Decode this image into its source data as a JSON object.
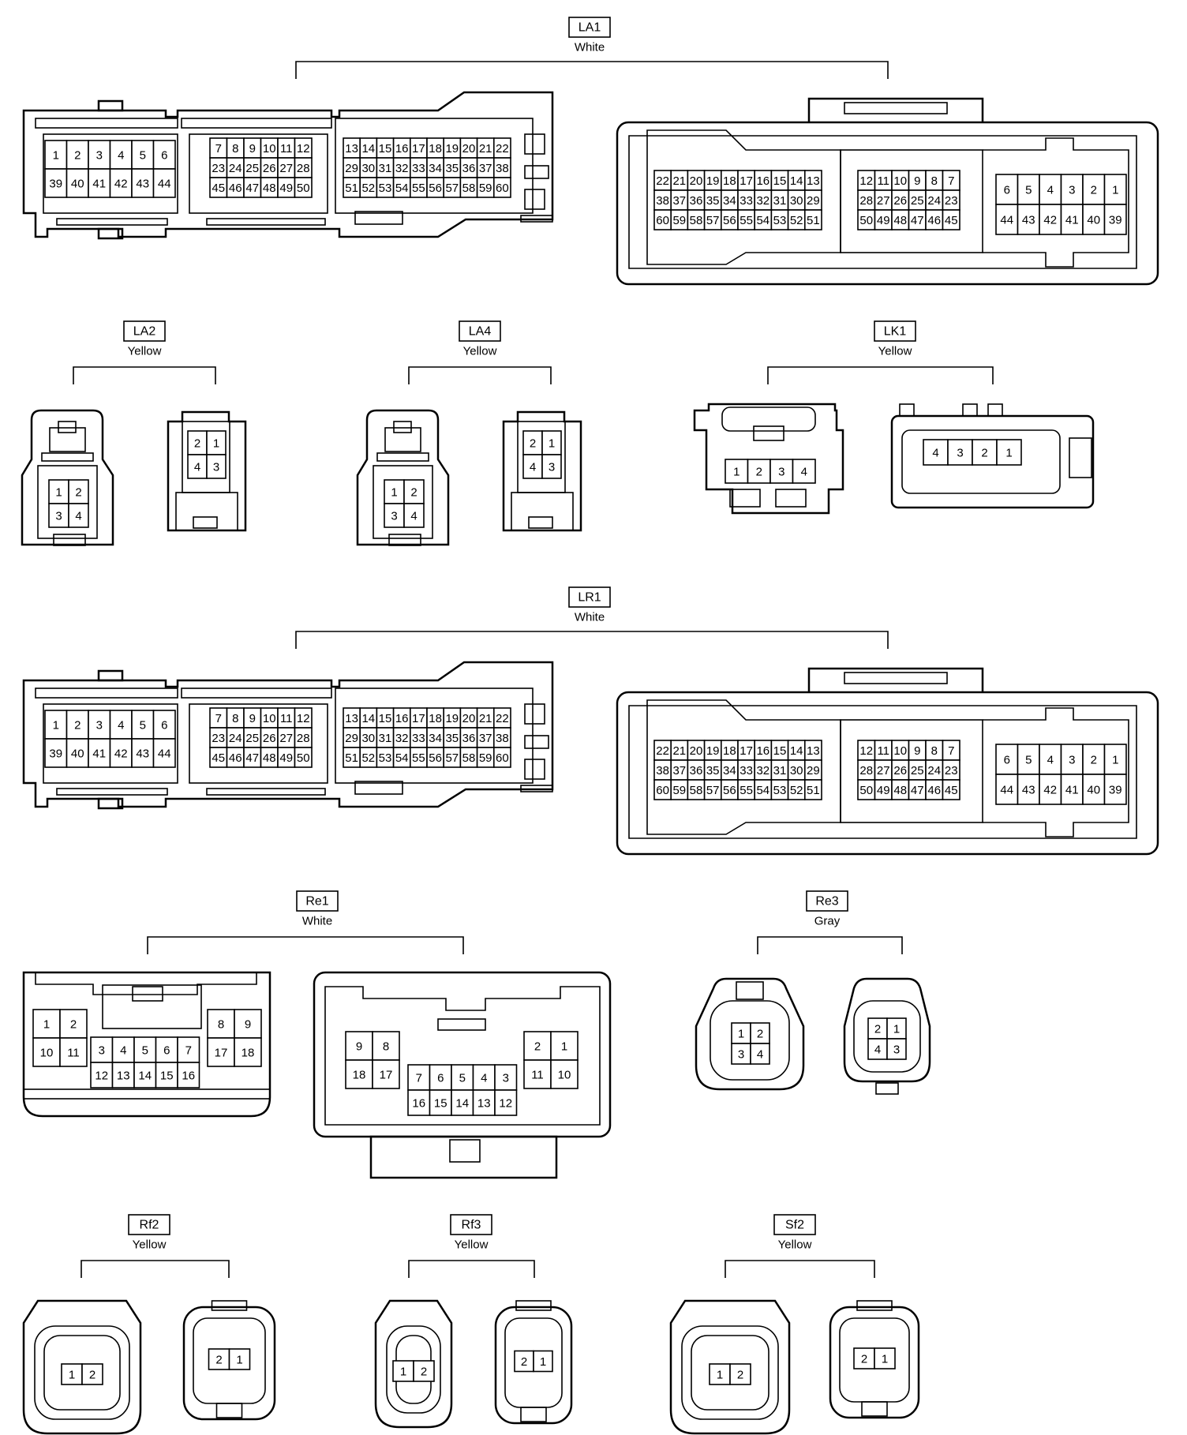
{
  "connectors": {
    "LA1": {
      "code": "LA1",
      "color": "White",
      "left_rows": [
        [
          "1",
          "2",
          "3",
          "4",
          "5",
          "6"
        ],
        [
          "39",
          "40",
          "41",
          "42",
          "43",
          "44"
        ]
      ],
      "left_mid": [
        [
          "7",
          "8",
          "9",
          "10",
          "11",
          "12"
        ],
        [
          "23",
          "24",
          "25",
          "26",
          "27",
          "28"
        ],
        [
          "45",
          "46",
          "47",
          "48",
          "49",
          "50"
        ]
      ],
      "left_right": [
        [
          "13",
          "14",
          "15",
          "16",
          "17",
          "18",
          "19",
          "20",
          "21",
          "22"
        ],
        [
          "29",
          "30",
          "31",
          "32",
          "33",
          "34",
          "35",
          "36",
          "37",
          "38"
        ],
        [
          "51",
          "52",
          "53",
          "54",
          "55",
          "56",
          "57",
          "58",
          "59",
          "60"
        ]
      ],
      "right_a": [
        [
          "22",
          "21",
          "20",
          "19",
          "18",
          "17",
          "16",
          "15",
          "14",
          "13"
        ],
        [
          "38",
          "37",
          "36",
          "35",
          "34",
          "33",
          "32",
          "31",
          "30",
          "29"
        ],
        [
          "60",
          "59",
          "58",
          "57",
          "56",
          "55",
          "54",
          "53",
          "52",
          "51"
        ]
      ],
      "right_b": [
        [
          "12",
          "11",
          "10",
          "9",
          "8",
          "7"
        ],
        [
          "28",
          "27",
          "26",
          "25",
          "24",
          "23"
        ],
        [
          "50",
          "49",
          "48",
          "47",
          "46",
          "45"
        ]
      ],
      "right_c": [
        [
          "6",
          "5",
          "4",
          "3",
          "2",
          "1"
        ],
        [
          "44",
          "43",
          "42",
          "41",
          "40",
          "39"
        ]
      ]
    },
    "LA2": {
      "code": "LA2",
      "color": "Yellow",
      "left": [
        [
          "1",
          "2"
        ],
        [
          "3",
          "4"
        ]
      ],
      "right": [
        [
          "2",
          "1"
        ],
        [
          "4",
          "3"
        ]
      ]
    },
    "LA4": {
      "code": "LA4",
      "color": "Yellow",
      "left": [
        [
          "1",
          "2"
        ],
        [
          "3",
          "4"
        ]
      ],
      "right": [
        [
          "2",
          "1"
        ],
        [
          "4",
          "3"
        ]
      ]
    },
    "LK1": {
      "code": "LK1",
      "color": "Yellow",
      "left": [
        [
          "1",
          "2",
          "3",
          "4"
        ]
      ],
      "right": [
        [
          "4",
          "3",
          "2",
          "1"
        ]
      ]
    },
    "LR1": {
      "code": "LR1",
      "color": "White"
    },
    "Re1": {
      "code": "Re1",
      "color": "White",
      "left": {
        "a": [
          [
            "1",
            "2"
          ],
          [
            "10",
            "11"
          ]
        ],
        "b": [
          [
            "3",
            "4",
            "5",
            "6",
            "7"
          ],
          [
            "12",
            "13",
            "14",
            "15",
            "16"
          ]
        ],
        "c": [
          [
            "8",
            "9"
          ],
          [
            "17",
            "18"
          ]
        ]
      },
      "right": {
        "a": [
          [
            "9",
            "8"
          ],
          [
            "18",
            "17"
          ]
        ],
        "b": [
          [
            "7",
            "6",
            "5",
            "4",
            "3"
          ],
          [
            "16",
            "15",
            "14",
            "13",
            "12"
          ]
        ],
        "c": [
          [
            "2",
            "1"
          ],
          [
            "11",
            "10"
          ]
        ]
      }
    },
    "Re3": {
      "code": "Re3",
      "color": "Gray",
      "left": [
        [
          "1",
          "2"
        ],
        [
          "3",
          "4"
        ]
      ],
      "right": [
        [
          "2",
          "1"
        ],
        [
          "4",
          "3"
        ]
      ]
    },
    "Rf2": {
      "code": "Rf2",
      "color": "Yellow",
      "left": [
        [
          "1",
          "2"
        ]
      ],
      "right": [
        [
          "2",
          "1"
        ]
      ]
    },
    "Rf3": {
      "code": "Rf3",
      "color": "Yellow",
      "left": [
        [
          "1",
          "2"
        ]
      ],
      "right": [
        [
          "2",
          "1"
        ]
      ]
    },
    "Sf2": {
      "code": "Sf2",
      "color": "Yellow",
      "left": [
        [
          "1",
          "2"
        ]
      ],
      "right": [
        [
          "2",
          "1"
        ]
      ]
    }
  }
}
